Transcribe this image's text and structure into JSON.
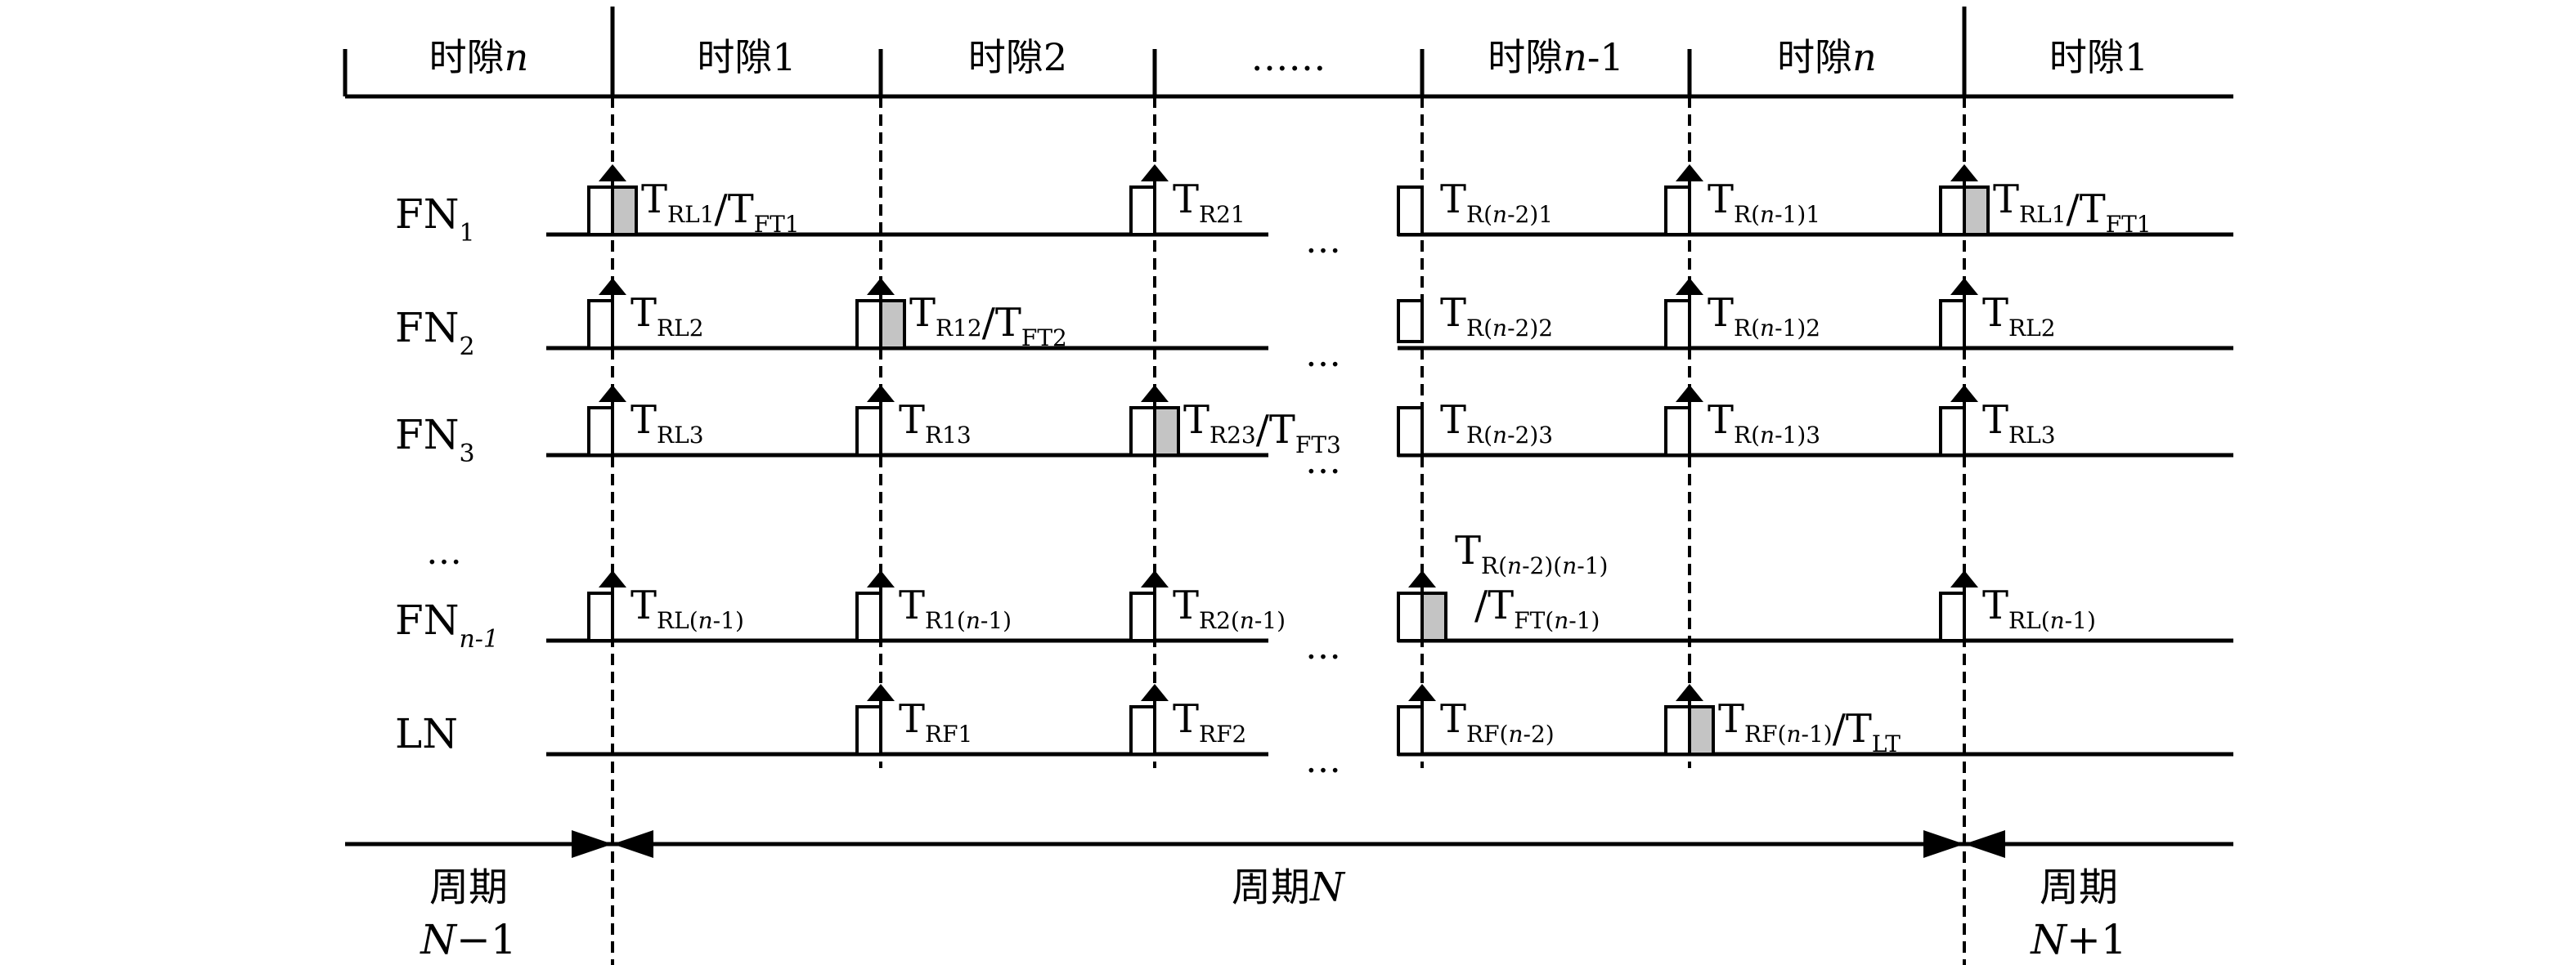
{
  "title": "FN/LN time-slot synchronization timing diagram",
  "slots": [
    {
      "label": "时隙",
      "var": "n",
      "suffix": ""
    },
    {
      "label": "时隙",
      "var": "",
      "suffix": "1"
    },
    {
      "label": "时隙",
      "var": "",
      "suffix": "2"
    },
    {
      "label": "",
      "var": "",
      "suffix": "……"
    },
    {
      "label": "时隙",
      "var": "n",
      "suffix": "-1"
    },
    {
      "label": "时隙",
      "var": "n",
      "suffix": ""
    },
    {
      "label": "时隙",
      "var": "",
      "suffix": "1"
    }
  ],
  "rows": [
    {
      "id": "FN1",
      "name": "FN",
      "sub": "1",
      "sub_italic": false
    },
    {
      "id": "FN2",
      "name": "FN",
      "sub": "2",
      "sub_italic": false
    },
    {
      "id": "FN3",
      "name": "FN",
      "sub": "3",
      "sub_italic": false
    },
    {
      "id": "FNn-1",
      "name": "FN",
      "sub": "n-1",
      "sub_italic": true
    },
    {
      "id": "LN",
      "name": "LN",
      "sub": "",
      "sub_italic": false
    }
  ],
  "row_ellipsis": "…",
  "gap_ellipsis": "…",
  "pulses": [
    {
      "row": 0,
      "boundary": 0,
      "arrow": true,
      "gray": true,
      "label": [
        [
          "T",
          "RL1"
        ],
        [
          "/T",
          "FT1"
        ]
      ]
    },
    {
      "row": 0,
      "boundary": 2,
      "arrow": true,
      "gray": false,
      "label": [
        [
          "T",
          "R21"
        ]
      ]
    },
    {
      "row": 0,
      "boundary": 3,
      "arrow": false,
      "gray": false,
      "label": [
        [
          "T",
          "R(n-2)1"
        ]
      ]
    },
    {
      "row": 0,
      "boundary": 4,
      "arrow": true,
      "gray": false,
      "label": [
        [
          "T",
          "R(n-1)1"
        ]
      ]
    },
    {
      "row": 0,
      "boundary": 5,
      "arrow": true,
      "gray": true,
      "label": [
        [
          "T",
          "RL1"
        ],
        [
          "/T",
          "FT1"
        ]
      ]
    },
    {
      "row": 1,
      "boundary": 0,
      "arrow": true,
      "gray": false,
      "label": [
        [
          "T",
          "RL2"
        ]
      ]
    },
    {
      "row": 1,
      "boundary": 1,
      "arrow": true,
      "gray": true,
      "label": [
        [
          "T",
          "R12"
        ],
        [
          "/T",
          "FT2"
        ]
      ]
    },
    {
      "row": 1,
      "boundary": 3,
      "arrow": false,
      "gray": false,
      "label": [
        [
          "T",
          "R(n-2)2"
        ]
      ]
    },
    {
      "row": 1,
      "boundary": 4,
      "arrow": true,
      "gray": false,
      "label": [
        [
          "T",
          "R(n-1)2"
        ]
      ]
    },
    {
      "row": 1,
      "boundary": 5,
      "arrow": true,
      "gray": false,
      "label": [
        [
          "T",
          "RL2"
        ]
      ]
    },
    {
      "row": 2,
      "boundary": 0,
      "arrow": true,
      "gray": false,
      "label": [
        [
          "T",
          "RL3"
        ]
      ]
    },
    {
      "row": 2,
      "boundary": 1,
      "arrow": true,
      "gray": false,
      "label": [
        [
          "T",
          "R13"
        ]
      ]
    },
    {
      "row": 2,
      "boundary": 2,
      "arrow": true,
      "gray": true,
      "label": [
        [
          "T",
          "R23"
        ],
        [
          "/T",
          "FT3"
        ]
      ]
    },
    {
      "row": 2,
      "boundary": 3,
      "arrow": false,
      "gray": false,
      "label": [
        [
          "T",
          "R(n-2)3"
        ]
      ]
    },
    {
      "row": 2,
      "boundary": 4,
      "arrow": true,
      "gray": false,
      "label": [
        [
          "T",
          "R(n-1)3"
        ]
      ]
    },
    {
      "row": 2,
      "boundary": 5,
      "arrow": true,
      "gray": false,
      "label": [
        [
          "T",
          "RL3"
        ]
      ]
    },
    {
      "row": 3,
      "boundary": 0,
      "arrow": true,
      "gray": false,
      "label": [
        [
          "T",
          "RL(n-1)"
        ]
      ]
    },
    {
      "row": 3,
      "boundary": 1,
      "arrow": true,
      "gray": false,
      "label": [
        [
          "T",
          "R1(n-1)"
        ]
      ]
    },
    {
      "row": 3,
      "boundary": 2,
      "arrow": true,
      "gray": false,
      "label": [
        [
          "T",
          "R2(n-1)"
        ]
      ]
    },
    {
      "row": 3,
      "boundary": 3,
      "arrow": true,
      "gray": true,
      "label": [
        [
          "T",
          "R(n-2)(n-1)"
        ],
        [
          "/T",
          "FT(n-1)"
        ]
      ],
      "stacked": true
    },
    {
      "row": 3,
      "boundary": 5,
      "arrow": true,
      "gray": false,
      "label": [
        [
          "T",
          "RL(n-1)"
        ]
      ]
    },
    {
      "row": 4,
      "boundary": 1,
      "arrow": true,
      "gray": false,
      "label": [
        [
          "T",
          "RF1"
        ]
      ]
    },
    {
      "row": 4,
      "boundary": 2,
      "arrow": true,
      "gray": false,
      "label": [
        [
          "T",
          "RF2"
        ]
      ]
    },
    {
      "row": 4,
      "boundary": 3,
      "arrow": true,
      "gray": false,
      "label": [
        [
          "T",
          "RF(n-2)"
        ]
      ]
    },
    {
      "row": 4,
      "boundary": 4,
      "arrow": true,
      "gray": true,
      "label": [
        [
          "T",
          "RF(n-1)"
        ],
        [
          "/T",
          "LT"
        ]
      ]
    }
  ],
  "periods": [
    {
      "label": "周期",
      "line2": "N−1"
    },
    {
      "label": "周期",
      "var": "N"
    },
    {
      "label": "周期",
      "line2": "N+1"
    }
  ],
  "colors": {
    "line": "#000000",
    "gray_fill": "#c4c4c4",
    "background": "#ffffff"
  }
}
